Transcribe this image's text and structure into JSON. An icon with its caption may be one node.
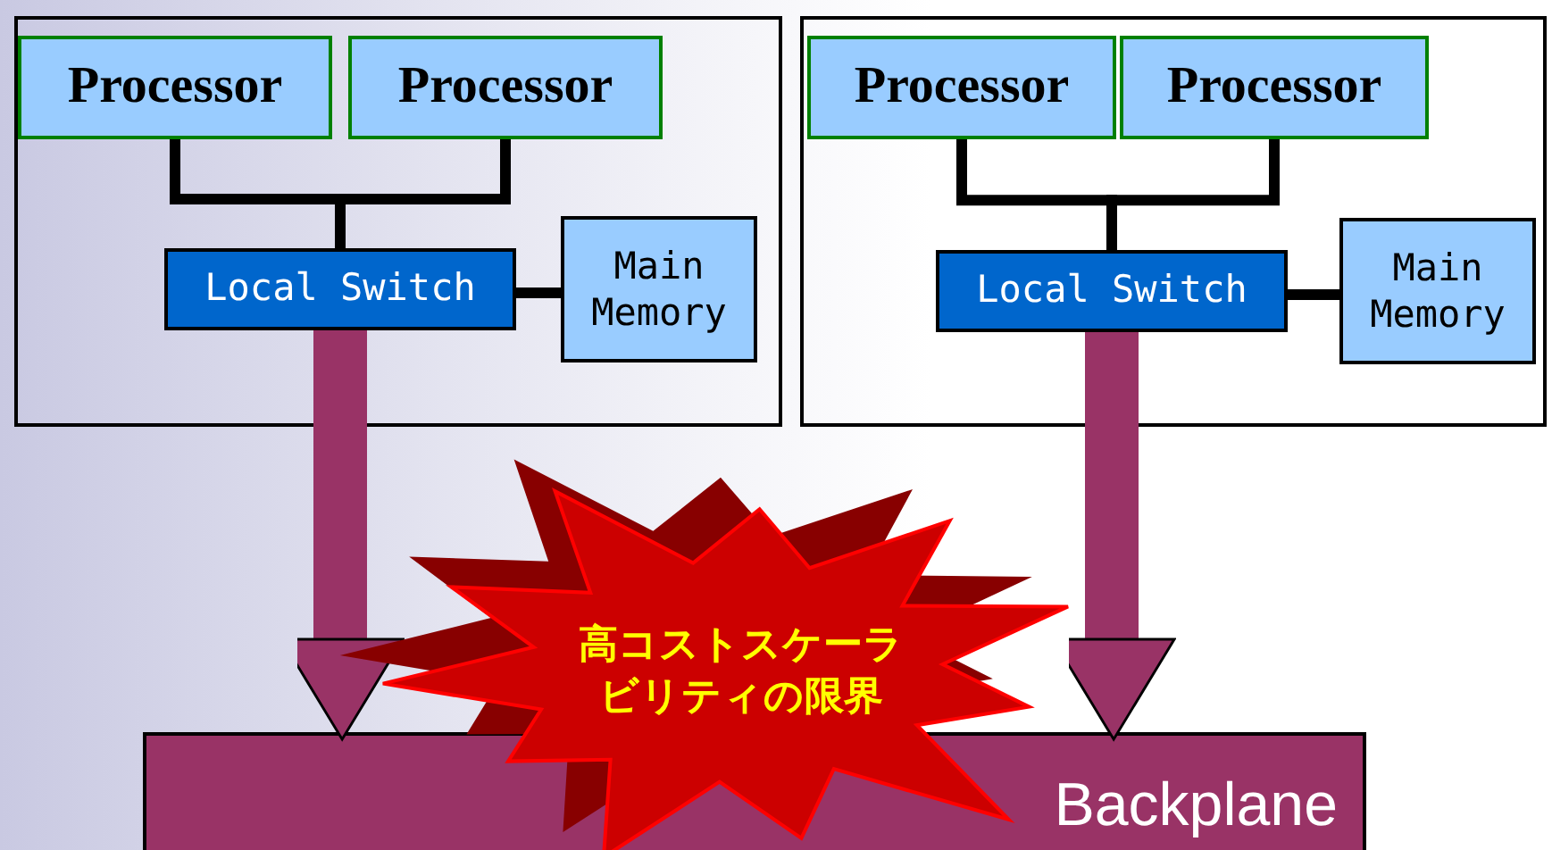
{
  "diagram": {
    "nodes": [
      {
        "text": [],
        "shape": "box"
      },
      {
        "text": [
          "Processor"
        ],
        "in": 0
      },
      {
        "text": [
          "Processor"
        ],
        "in": 0
      },
      {
        "text": [
          "Local Switch"
        ],
        "in": 0
      },
      {
        "text": [
          "Main Memory"
        ],
        "in": 0
      },
      {
        "text": [],
        "shape": "box"
      },
      {
        "text": [
          "Processor"
        ],
        "in": 5
      },
      {
        "text": [
          "Processor"
        ],
        "in": 5
      },
      {
        "text": [
          "Local Switch"
        ],
        "in": 5
      },
      {
        "text": [
          "Main Memory"
        ],
        "in": 5
      },
      {
        "text": [
          "Backplane"
        ]
      },
      {
        "text": [
          "高コストスケーラビリティの限界"
        ]
      }
    ],
    "edges": [
      {
        "from": 1,
        "to": 3,
        "arrow": "none"
      },
      {
        "from": 2,
        "to": 3,
        "arrow": "none"
      },
      {
        "from": 3,
        "to": 4,
        "arrow": "none"
      },
      {
        "from": 3,
        "to": 10,
        "arrow": "to",
        "style": "thick",
        "color": "#993366"
      },
      {
        "from": 6,
        "to": 8,
        "arrow": "none"
      },
      {
        "from": 7,
        "to": 8,
        "arrow": "none"
      },
      {
        "from": 8,
        "to": 9,
        "arrow": "none"
      },
      {
        "from": 8,
        "to": 10,
        "arrow": "to",
        "style": "thick",
        "color": "#993366"
      }
    ]
  }
}
